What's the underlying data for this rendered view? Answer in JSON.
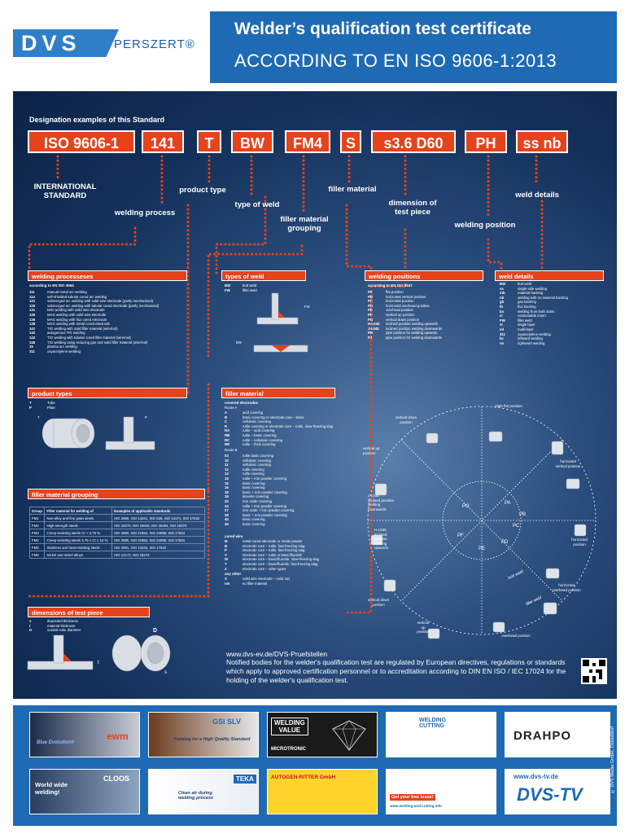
{
  "header": {
    "logo_dvs": "DVS",
    "logo_perszert": "PERSZERT®",
    "title_line1": "Welder’s qualification test certificate",
    "title_line2": "ACCORDING TO EN ISO 9606-1:2013"
  },
  "designation": {
    "title": "Designation examples of this Standard",
    "codes": [
      "ISO 9606-1",
      "141",
      "T",
      "BW",
      "FM4",
      "S",
      "s3.6 D60",
      "PH",
      "ss nb"
    ]
  },
  "labels": {
    "international": "INTERNATIONAL\nSTANDARD",
    "welding_process": "welding process",
    "product_type": "product type",
    "type_of_weld": "type of weld",
    "filler_grouping": "filler material\ngrouping",
    "filler_material": "filler material",
    "dimension": "dimension of\ntest piece",
    "welding_position": "welding position",
    "weld_details": "weld details"
  },
  "panels": {
    "welding_processes": {
      "head": "welding processeses",
      "sub": "according to EN ISO 4063",
      "rows": [
        [
          "111",
          "manual metal arc welding"
        ],
        [
          "114",
          "self-shielded tubular cored arc welding"
        ],
        [
          "121",
          "submerged arc welding with solid wire electrode (partly mechanized)"
        ],
        [
          "125",
          "submerged arc welding with tubular cored electrode (partly mechanized)"
        ],
        [
          "131",
          "MIG welding with solid wire electrode"
        ],
        [
          "135",
          "MAG welding with solid wire electrode"
        ],
        [
          "136",
          "MAG welding with flux cored electrode"
        ],
        [
          "138",
          "MAG welding with metal cored electrode"
        ],
        [
          "141",
          "TIG welding with solid filler material (wire/rod)"
        ],
        [
          "142",
          "autogenous TIG welding"
        ],
        [
          "143",
          "TIG welding with tubular cored filler material (wire/rod)"
        ],
        [
          "145",
          "TIG welding using reducing gas and solid filler material (wire/rod)"
        ],
        [
          "15",
          "plasma arc welding"
        ],
        [
          "311",
          "oxyacetylene welding"
        ]
      ]
    },
    "types_of_weld": {
      "head": "types of weld",
      "rows": [
        [
          "BW",
          "butt weld"
        ],
        [
          "FW",
          "fillet weld"
        ]
      ],
      "fw_tag": "FW",
      "bw_tag": "BW"
    },
    "welding_positions": {
      "head": "welding positions",
      "sub": "according to EN ISO 6947",
      "rows": [
        [
          "PA",
          "flat position"
        ],
        [
          "PB",
          "horizontal vertical position"
        ],
        [
          "PC",
          "horizontal position"
        ],
        [
          "PD",
          "horizontal overhead position"
        ],
        [
          "PE",
          "overhead position"
        ],
        [
          "PF",
          "vertical up position"
        ],
        [
          "PG",
          "vertical down position"
        ],
        [
          "H-L045",
          "inclined position welding upwards"
        ],
        [
          "J-L045",
          "inclined position welding downwards"
        ],
        [
          "PH",
          "pipe position for welding upwards"
        ],
        [
          "PJ",
          "pipe position for welding downwards"
        ]
      ]
    },
    "weld_details": {
      "head": "weld details",
      "rows": [
        [
          "BW",
          "butt weld"
        ],
        [
          "ss",
          "single side welding"
        ],
        [
          "mb",
          "material backing"
        ],
        [
          "nb",
          "welding with no material backing"
        ],
        [
          "gb",
          "gas backing"
        ],
        [
          "fb",
          "flux backing"
        ],
        [
          "bs",
          "welding from both sides"
        ],
        [
          "ci",
          "consumable insert"
        ],
        [
          "FW",
          "fillet weld"
        ],
        [
          "sl",
          "single layer"
        ],
        [
          "ml",
          "multi-layer"
        ],
        [
          "311",
          "oxyacetylene welding"
        ],
        [
          "lw",
          "leftward welding"
        ],
        [
          "rw",
          "rightward welding"
        ]
      ]
    },
    "product_types": {
      "head": "product types",
      "rows": [
        [
          "T",
          "Tube"
        ],
        [
          "P",
          "Plate"
        ]
      ],
      "t_tag": "T",
      "p_tag": "P"
    },
    "filler_material": {
      "head": "filler material",
      "sub": "covered electrodes",
      "route_a": "Route A",
      "rows_a": [
        [
          "A",
          "acid covering"
        ],
        [
          "B",
          "basic covering or electrode core – basic"
        ],
        [
          "C",
          "cellulosic covering"
        ],
        [
          "R",
          "rutile covering or electrode core – rutile, slow-freezing slag"
        ],
        [
          "RA",
          "rutile – acid covering"
        ],
        [
          "RB",
          "rutile – basic covering"
        ],
        [
          "RC",
          "rutile – cellulosic covering"
        ],
        [
          "RR",
          "rutile – thick covering"
        ]
      ],
      "route_b": "Route B",
      "rows_b": [
        [
          "03",
          "rutile basic covering"
        ],
        [
          "10",
          "cellulosic covering"
        ],
        [
          "11",
          "cellulosic covering"
        ],
        [
          "12",
          "rutile covering"
        ],
        [
          "13",
          "rutile covering"
        ],
        [
          "14",
          "rutile + iron powder covering"
        ],
        [
          "15",
          "basic covering"
        ],
        [
          "16",
          "basic covering"
        ],
        [
          "18",
          "basic + iron powder covering"
        ],
        [
          "19",
          "ilmenite covering"
        ],
        [
          "20",
          "iron oxide covering"
        ],
        [
          "24",
          "rutile + iron powder covering"
        ],
        [
          "27",
          "iron oxide + iron powder covering"
        ],
        [
          "28",
          "basic + iron powder covering"
        ],
        [
          "40",
          "basic covering"
        ],
        [
          "45",
          "basic covering"
        ]
      ],
      "cored_head": "cored wire",
      "rows_cored": [
        [
          "M",
          "metal cored electrode or metal powder"
        ],
        [
          "B",
          "electrode core – rutile, fast-freezing slag"
        ],
        [
          "P",
          "electrode core – rutile, fast-freezing slag"
        ],
        [
          "V",
          "electrode core – rutile or basic/fluoride"
        ],
        [
          "W",
          "electrode core – basic/fluoride, slow-freezing slag"
        ],
        [
          "Y",
          "electrode core – basic/fluoride, fast-freezing slag"
        ],
        [
          "Z",
          "electrode core – other types"
        ]
      ],
      "other_head": "any other",
      "rows_other": [
        [
          "S",
          "solid wire electrode – solid rod"
        ],
        [
          "nm",
          "no filler material"
        ]
      ]
    },
    "filler_grouping": {
      "head": "filler material grouping",
      "columns": [
        "Group",
        "Filler material for welding of",
        "Examples of applicable standards"
      ],
      "rows": [
        [
          "FM1",
          "Non-alloy and fine grain steels",
          "ISO 2560, ISO 14341, ISO 636, ISO 14171, ISO 17632"
        ],
        [
          "FM2",
          "High-strength steels",
          "ISO 18275, ISO 16834, ISO 26304, ISO 18276"
        ],
        [
          "FM3",
          "Creep-resisting steels Cr < 3,75 %",
          "ISO 3580, ISO 21952, ISO 24598, ISO 17634"
        ],
        [
          "FM4",
          "Creep-resisting steels 3,75 ≤ Cr ≤ 12 %",
          "ISO 3580, ISO 21952, ISO 24598, ISO 17634"
        ],
        [
          "FM5",
          "Stainless and heat-resisting steels",
          "ISO 3581, ISO 14343, ISO 17633"
        ],
        [
          "FM6",
          "Nickel and nickel alloys",
          "ISO 14172, ISO 18274"
        ]
      ]
    },
    "dimensions": {
      "head": "dimensions of test piece",
      "rows": [
        [
          "s",
          "deposited thickness"
        ],
        [
          "t",
          "material thickness"
        ],
        [
          "D",
          "outside tube diameter"
        ]
      ],
      "d_tag": "D",
      "t_tag": "t",
      "s_tag": "s"
    }
  },
  "circle": {
    "labels": {
      "plate_flat": "plate flat position",
      "vertical_down": "vertical down\nposition",
      "vertical_up": "vertical up\nposition",
      "horizontal_vertical": "horizontal\nvertical position",
      "jl045": "J-L045\ninclined position\nwelding\ndownwards",
      "hl045": "H-L045\ninclined\nposition\nwelding\nupwards",
      "horizontal": "horizontal\nposition",
      "horizontal_overhead": "horizontal\noverhead position",
      "vertical_down2": "vertical down\nposition",
      "vertical_up2": "vertical\nup\nposition",
      "overhead": "overhead position"
    },
    "codes": [
      "PA",
      "PB",
      "PC",
      "PD",
      "PE",
      "PF",
      "PG"
    ],
    "butt_weld": "butt weld",
    "fillet_weld": "fillet weld"
  },
  "footer": {
    "url": "www.dvs-ev.de/DVS-Pruefstellen",
    "text": "Notified bodies for the welder's qualification test are regulated by European directives, regulations or standards which apply to approved certification personnel or to accreditation according to DIN EN ISO / IEC 17024 for the holding of the welder's qualification test."
  },
  "ads": {
    "ewm": "ewm",
    "blue_evolution": "Blue Evolution®",
    "gsi": "GSI SLV",
    "gsi_tag": "Training for a High Quality Standard",
    "welding_value": "WELDING\nVALUE",
    "micro": "MICROTRONIC",
    "wc_mag": "WELDING\nCUTTING",
    "drahpo": "DRAHPO",
    "cloos": "CLOOS",
    "cloos_tag": "World wide\nwelding!",
    "teka": "TEKA",
    "teka_tag": "Clean air during\nwelding process",
    "autogen": "AUTOGEN-RITTER GmbH",
    "free_issue": "Get your free issue!",
    "wc_url": "www.welding-and-cutting.info",
    "dvstv_url": "www.dvs-tv.de",
    "dvstv": "DVS-TV",
    "side_note": "© DVS Media GmbH, Düsseldorf"
  }
}
